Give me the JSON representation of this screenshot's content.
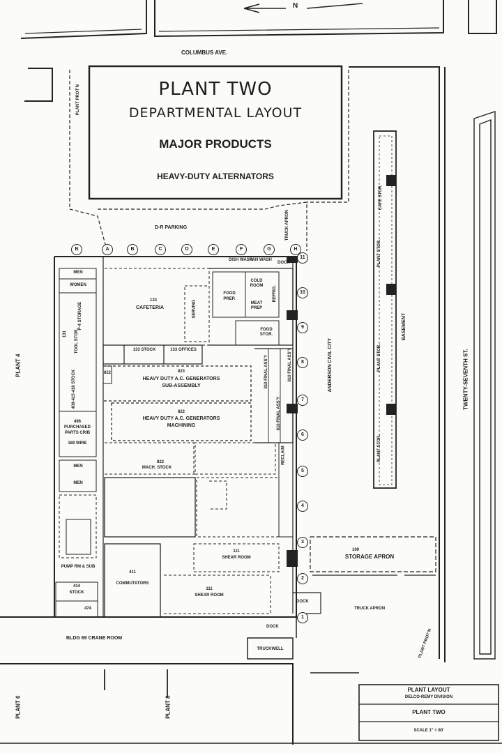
{
  "north_label": "N",
  "streets": {
    "north": "COLUMBUS AVE.",
    "east": "TWENTY-SEVENTH ST.",
    "railroad": "ANDERSON CIVIL CITY"
  },
  "neighbors": {
    "plant4": "PLANT 4",
    "plant6": "PLANT 6",
    "plant8": "PLANT 8"
  },
  "title_box": {
    "line1": "PLANT TWO",
    "line2": "DEPARTMENTAL LAYOUT",
    "line3": "MAJOR PRODUCTS",
    "line4": "HEAVY-DUTY ALTERNATORS"
  },
  "areas": {
    "dr_parking": "D-R PARKING",
    "truck_apron_top": "TRUCK APRON",
    "dish_wash": "DISH WASH.",
    "pan_wash": "PAN WASH",
    "dock_top": "DOCK",
    "men1": "MEN",
    "women": "WOMEN",
    "cafeteria_no": "133",
    "cafeteria": "CAFETERIA",
    "serving": "SERVING",
    "food_prep_top": "FOOD",
    "food_prep_bottom": "PREP.",
    "cold_room_top": "COLD",
    "cold_room_bottom": "ROOM",
    "meat_prep_top": "MEAT",
    "meat_prep_bottom": "PREP",
    "refrig": "REFRIG.",
    "p4_storage": "P-4 STORAGE",
    "tool_stor_no": "131",
    "tool_stor": "TOOL STOR.",
    "food_stor_top": "FOOD",
    "food_stor_bottom": "STOR.",
    "stock_133": "133 STOCK",
    "offices_133": "133 OFFICES",
    "dept_822": "822",
    "dept_823_no": "823",
    "dept_823": "HEAVY DUTY A.C. GENERATORS",
    "dept_823_b": "SUB-ASSEMBLY",
    "dept_822_no": "822",
    "dept_822_name": "HEAVY DUTY A.C. GENERATORS",
    "dept_822_b": "MACHINING",
    "stock_409": "409-415-418 STOCK",
    "purchased_no": "496",
    "purchased": "PURCHASED",
    "parts_crib": "PARTS CRIB",
    "wire_189": "189 WIRE",
    "final_asm_810a": "810 FINAL ASS'Y",
    "final_asm_810b": "810 FINAL ASS'Y",
    "final_asm_810c": "810 FINAL ASS'Y",
    "heat_treat": "RECLAIM",
    "mach_stock_no": "822",
    "mach_stock": "MACH. STOCK",
    "men2": "MEN",
    "men3": "MEN",
    "dept_411_no": "411",
    "dept_411": "COMMUTATORS",
    "shear_room1_no": "111",
    "shear_room1": "SHEAR ROOM",
    "shear_room2_no": "111",
    "shear_room2": "SHEAR ROOM",
    "storage_apron_no": "109",
    "storage_apron": "STORAGE APRON",
    "truck_apron": "TRUCK APRON",
    "pump": "PUMP RM & SUB",
    "stock_414_no": "414",
    "stock_414": "STOCK",
    "dept_474": "474",
    "dock_bottom1": "DOCK",
    "dock_bottom2": "DOCK",
    "crane_room": "BLDG 69 CRANE ROOM",
    "truckwell": "TRUCKWELL",
    "basement": "BASEMENT",
    "cafe_stor": "CAFE STOR.",
    "plant_stor1": "PLANT STOR.",
    "plant_stor2": "PLANT STOR.",
    "plant_stor3": "PLANT STOR.",
    "plant_prot_top": "PLANT PROT'N",
    "plant_prot_bottom": "PLANT PROT'N"
  },
  "column_markers": {
    "letters": [
      "B",
      "A",
      "B",
      "C",
      "D",
      "E",
      "F",
      "G",
      "H"
    ],
    "numbers": [
      "11",
      "10",
      "9",
      "8",
      "7",
      "6",
      "5",
      "4",
      "3",
      "2",
      "1"
    ]
  },
  "title_block": {
    "line1": "PLANT LAYOUT",
    "line2": "DELCO-REMY DIVISION",
    "line3": "PLANT TWO",
    "scale": "SCALE 1\" = 80'"
  }
}
